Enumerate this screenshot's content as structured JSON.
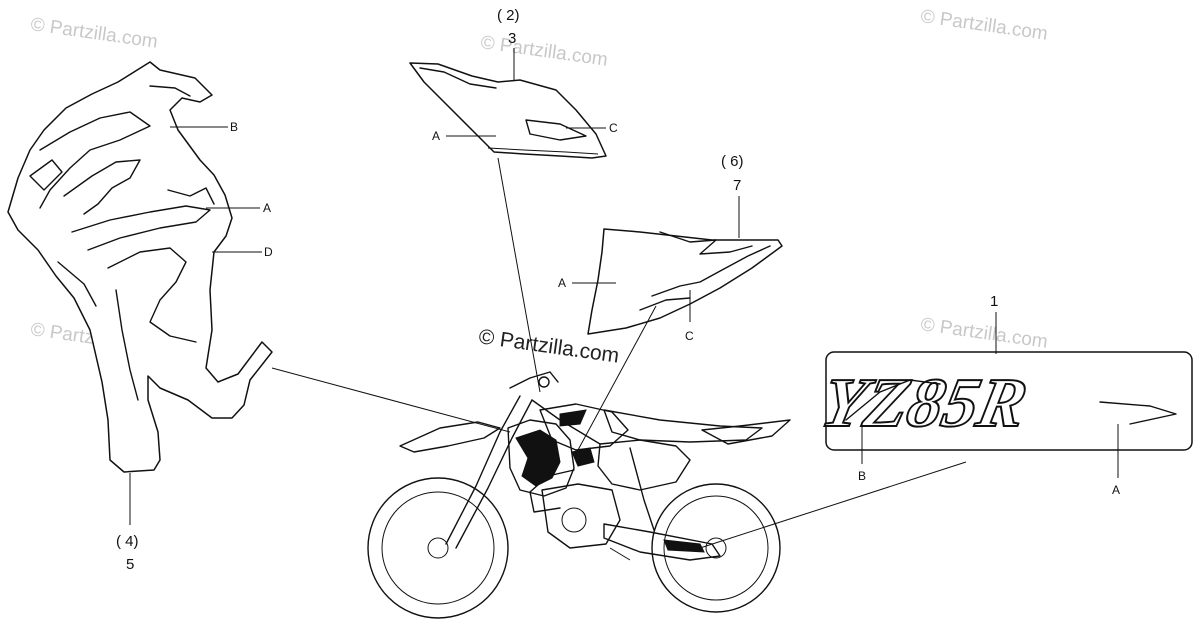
{
  "watermarks": {
    "top_left": "© Partzilla.com",
    "top_center": "© Partzilla.com",
    "top_right": "© Partzilla.com",
    "mid_left": "© Partzilla.com",
    "mid_right": "© Partzilla.com",
    "center": "© Partzilla.com"
  },
  "callouts": {
    "part_3": {
      "paren": "( 2)",
      "number": "3"
    },
    "part_7": {
      "paren": "( 6)",
      "number": "7"
    },
    "part_5": {
      "paren": "( 4)",
      "number": "5"
    },
    "part_1": {
      "number": "1"
    }
  },
  "sublabels": {
    "shroud_B": "B",
    "shroud_A": "A",
    "shroud_D": "D",
    "top_A": "A",
    "top_C": "C",
    "side_A": "A",
    "side_C": "C",
    "emblem_B": "B",
    "emblem_A": "A"
  },
  "emblem": {
    "text": "YZ85R"
  },
  "colors": {
    "ink": "#111111",
    "watermark": "#c8c8c8",
    "background": "#ffffff"
  }
}
